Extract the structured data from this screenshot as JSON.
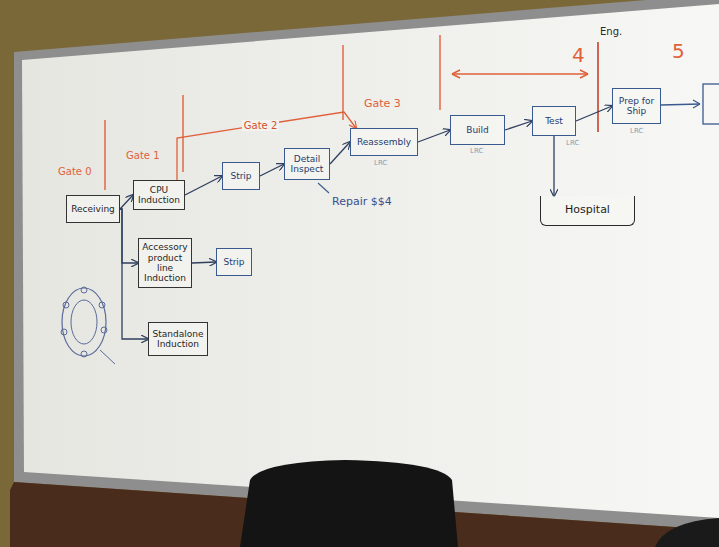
{
  "diagram": {
    "nodes": [
      {
        "text": [
          "Receiving"
        ]
      },
      {
        "text": [
          "CPU Induction"
        ]
      },
      {
        "text": [
          "Strip"
        ]
      },
      {
        "text": [
          "Detail Inspect"
        ]
      },
      {
        "text": [
          "Reassembly"
        ]
      },
      {
        "text": [
          "Build"
        ]
      },
      {
        "text": [
          "Test"
        ]
      },
      {
        "text": [
          "Prep for Ship"
        ]
      },
      {
        "text": [
          "Accessory product line Induction"
        ]
      },
      {
        "text": [
          "Strip"
        ]
      },
      {
        "text": [
          "Standalone Induction"
        ]
      },
      {
        "text": [
          "Hospital"
        ]
      }
    ],
    "edges": [
      {
        "from": 0,
        "to": 1,
        "arrow": "to"
      },
      {
        "from": 0,
        "to": 8,
        "arrow": "to"
      },
      {
        "from": 0,
        "to": 10,
        "arrow": "to"
      },
      {
        "from": 1,
        "to": 2,
        "arrow": "to"
      },
      {
        "from": 2,
        "to": 3,
        "arrow": "to"
      },
      {
        "from": 3,
        "to": 4,
        "arrow": "to"
      },
      {
        "from": 4,
        "to": 5,
        "arrow": "to"
      },
      {
        "from": 5,
        "to": 6,
        "arrow": "to"
      },
      {
        "from": 6,
        "to": 7,
        "arrow": "to"
      },
      {
        "from": 8,
        "to": 9,
        "arrow": "to"
      },
      {
        "from": 6,
        "to": 11,
        "arrow": "to"
      },
      {
        "from": 1,
        "to": 4,
        "label": "Gate 2",
        "arrow": "to"
      }
    ],
    "labels": [
      "Gate 0",
      "Gate 1",
      "Gate 3",
      "Eng.",
      "4",
      "5",
      "Repair $$4",
      "LRC",
      "LRC",
      "LRC",
      "LRC"
    ]
  }
}
